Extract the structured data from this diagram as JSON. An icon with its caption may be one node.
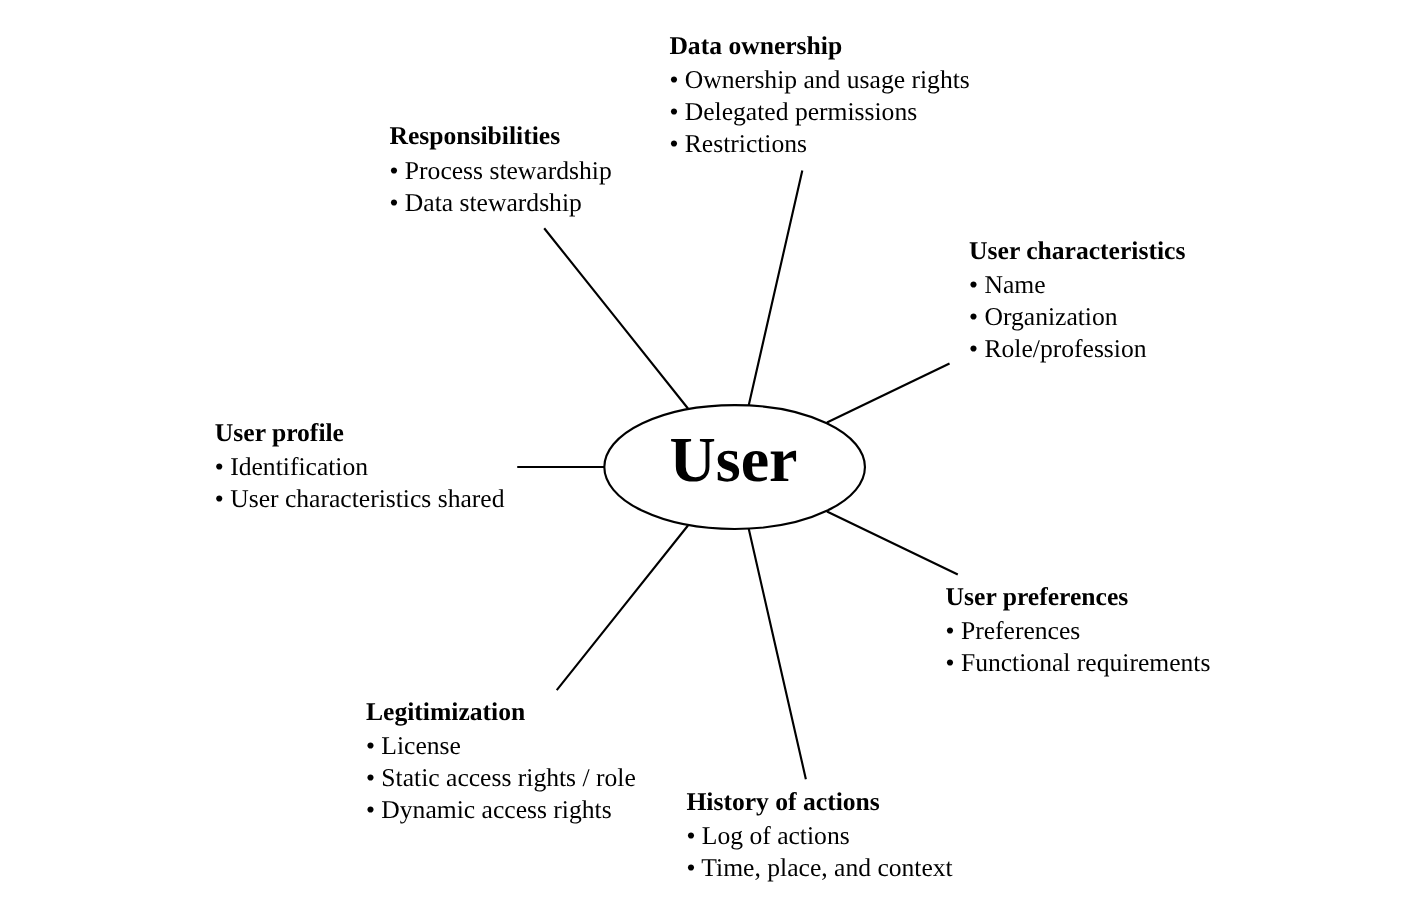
{
  "diagram": {
    "nodes": [
      {
        "text": [
          "User characteristics",
          "• Name",
          "• Organization",
          "• Role/profession"
        ]
      },
      {
        "text": [
          "Data ownership",
          "• Ownership and usage rights",
          "• Delegated permissions",
          "• Restrictions"
        ]
      },
      {
        "text": [
          "Responsibilities",
          "• Process stewardship",
          "• Data stewardship"
        ]
      },
      {
        "text": [
          "User profile",
          "• Identification",
          "• User characteristics shared"
        ]
      },
      {
        "text": [
          "User"
        ]
      },
      {
        "text": [
          "Legitimization",
          "• License",
          "• Static access rights / role",
          "• Dynamic access rights"
        ]
      },
      {
        "text": [
          "History of actions",
          "• Log of actions",
          "• Time, place, and context"
        ]
      },
      {
        "text": [
          "User preferences",
          "• Preferences",
          "• Functional requirements"
        ]
      }
    ],
    "edges": [
      {
        "from": 4,
        "to": 0,
        "arrow": "none"
      },
      {
        "from": 4,
        "to": 1,
        "arrow": "none"
      },
      {
        "from": 4,
        "to": 2,
        "arrow": "none"
      },
      {
        "from": 4,
        "to": 5,
        "arrow": "none"
      },
      {
        "from": 4,
        "to": 7,
        "arrow": "none"
      },
      {
        "from": 4,
        "to": 6,
        "arrow": "none"
      },
      {
        "from": 4,
        "to": 3,
        "arrow": "none"
      }
    ]
  }
}
